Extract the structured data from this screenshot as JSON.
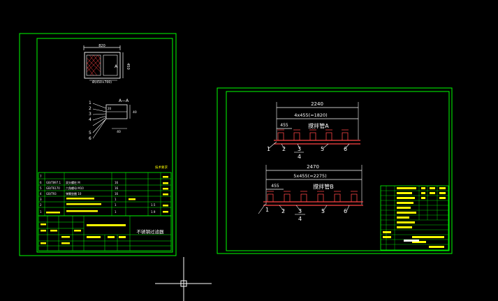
{
  "sheet_left": {
    "dim_top": "820",
    "dim_right": "450",
    "section_mark": "A",
    "caption": "Ø(450×700)",
    "section_title": "A—A",
    "section_dim_small": "20",
    "section_dim_right": "40",
    "section_dim_bottom": "40",
    "callouts": [
      "1",
      "2",
      "3",
      "4",
      "5",
      "6"
    ],
    "tech_note": "技术要求",
    "main_title": "不锈钢过滤器",
    "parts_rows": [
      {
        "no": "7",
        "code": "",
        "name": "",
        "qty": "",
        "mat": "",
        "note": ""
      },
      {
        "no": "6",
        "code": "GB/T897.1",
        "name": "双头螺柱 M",
        "qty": "16",
        "mat": "",
        "note": ""
      },
      {
        "no": "5",
        "code": "GB/T6170",
        "name": "六角螺母 M10",
        "qty": "16",
        "mat": "",
        "note": ""
      },
      {
        "no": "4",
        "code": "GB/T93",
        "name": "弹簧垫圈 10",
        "qty": "16",
        "mat": "",
        "note": ""
      },
      {
        "no": "3",
        "code": "",
        "name": "",
        "qty": "1",
        "mat": "",
        "note": ""
      },
      {
        "no": "2",
        "code": "",
        "name": "",
        "qty": "1",
        "mat": "",
        "note": "1.5"
      },
      {
        "no": "1",
        "code": "",
        "name": "",
        "qty": "1",
        "mat": "",
        "note": "1.9"
      }
    ]
  },
  "sheet_right": {
    "upper": {
      "overall": "2240",
      "pitch": "4x455(=1820)",
      "end_pitch": "455",
      "label": "搅拌管A",
      "callouts": [
        "1",
        "2",
        "3",
        "5",
        "6"
      ],
      "sub_callout": "4"
    },
    "lower": {
      "overall": "2470",
      "pitch": "5x455(=2275)",
      "end_pitch": "455",
      "label": "搅拌管B",
      "callouts": [
        "1",
        "2",
        "3",
        "5",
        "6"
      ],
      "sub_callout": "4"
    }
  },
  "colors": {
    "border": "#00ff00",
    "dimension": "#ffffff",
    "part": "#ff3333",
    "text": "#ffff00",
    "background": "#000000"
  },
  "cursor": "crosshair-cursor"
}
